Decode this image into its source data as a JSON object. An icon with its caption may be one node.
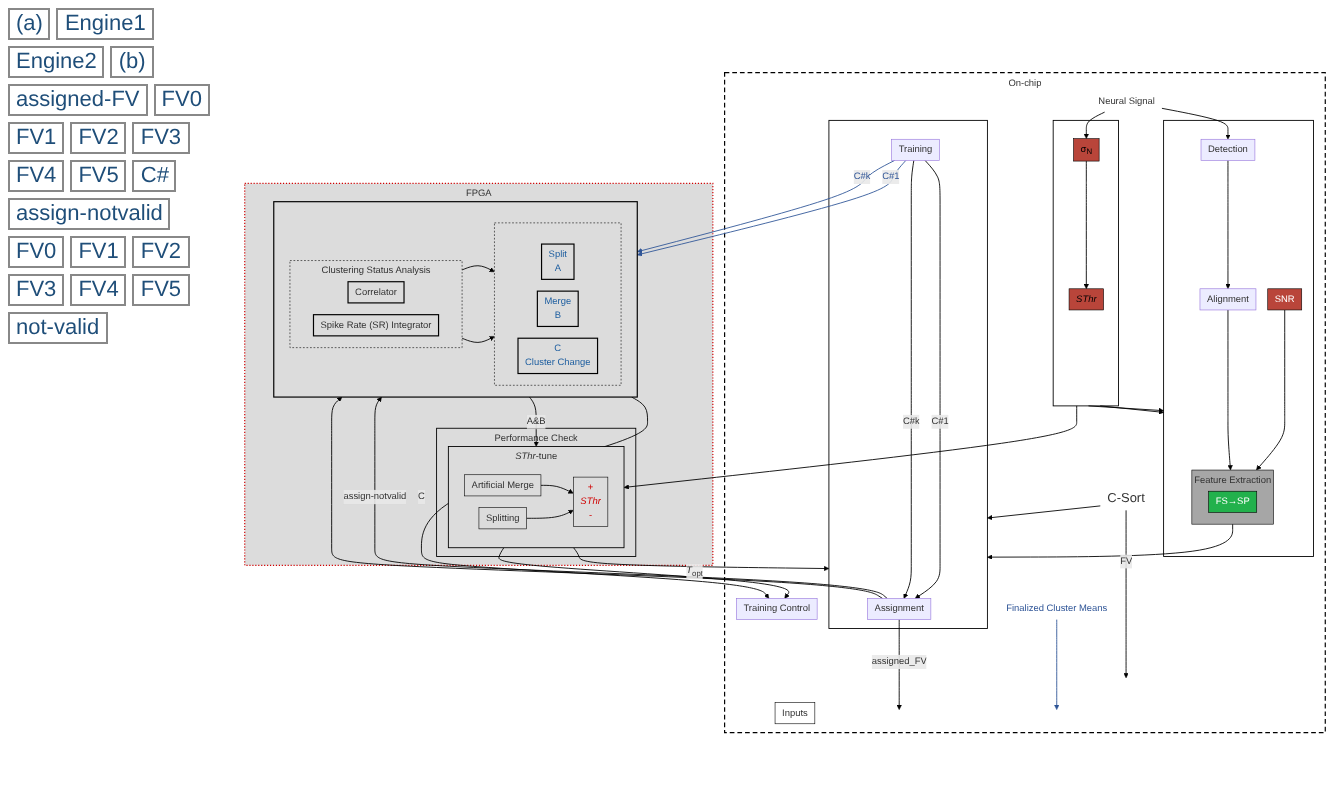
{
  "diagram": {
    "nodes": [
      {
        "text": [
          "On-chip"
        ]
      },
      {
        "text": [],
        "shape": "box",
        "in": 0
      },
      {
        "text": [
          "Detection"
        ],
        "in": 1
      },
      {
        "text": [
          "Alignment"
        ],
        "in": 1
      },
      {
        "text": [
          "Feature Extraction"
        ],
        "in": 1
      },
      {
        "text": [
          "FS→SP"
        ],
        "in": 4
      },
      {
        "text": [
          "SNR"
        ],
        "in": 1
      },
      {
        "text": [],
        "shape": "box",
        "in": 0
      },
      {
        "text": [
          "*SThr*"
        ],
        "in": 7
      },
      {
        "text": [
          "σ$_{N}$"
        ],
        "in": 7
      },
      {
        "text": [
          "Neural Signal"
        ],
        "in": 0
      },
      {
        "text": [],
        "shape": "box",
        "in": 0
      },
      {
        "text": [
          "Assignment"
        ],
        "in": 11
      },
      {
        "text": [
          "Training"
        ],
        "in": 11
      },
      {
        "text": [
          "C-Sort"
        ],
        "in": 0
      },
      {
        "text": [
          "Training Control"
        ],
        "in": 0
      },
      {
        "text": [
          "Inputs"
        ],
        "in": 0
      },
      {
        "text": [
          "FPGA"
        ]
      },
      {
        "text": [
          "Performance Check"
        ],
        "in": 17
      },
      {
        "text": [
          "*SThr*-tune"
        ],
        "in": 18
      },
      {
        "text": [
          "Artificial Merge"
        ],
        "in": 19
      },
      {
        "text": [
          "+",
          "*SThr*",
          "-"
        ],
        "in": 19
      },
      {
        "text": [
          "Splitting"
        ],
        "in": 19
      },
      {
        "text": [],
        "shape": "box",
        "in": 17
      },
      {
        "text": [
          "Clustering Status Analysis"
        ],
        "in": 23
      },
      {
        "text": [
          "Correlator"
        ],
        "in": 24
      },
      {
        "text": [
          "Spike Rate (SR) Integrator"
        ],
        "in": 24
      },
      {
        "text": [],
        "shape": "box",
        "in": 23
      },
      {
        "text": [
          "Split",
          "A"
        ],
        "in": 27
      },
      {
        "text": [
          "Merge",
          "B"
        ],
        "in": 27
      },
      {
        "text": [
          "C",
          "Cluster Change"
        ],
        "in": 27
      },
      {
        "text": [
          "Finalized Cluster Means"
        ],
        "in": 0
      }
    ],
    "edges": [
      {
        "from": 10,
        "to": 2,
        "arrow": "to"
      },
      {
        "from": 10,
        "to": 9,
        "arrow": "to"
      },
      {
        "from": 2,
        "to": 3,
        "arrow": "to"
      },
      {
        "from": 3,
        "to": 4,
        "arrow": "to"
      },
      {
        "from": 6,
        "to": 4,
        "arrow": "to"
      },
      {
        "from": 9,
        "to": 8,
        "arrow": "to"
      },
      {
        "from": 7,
        "to": 1,
        "arrow": "to"
      },
      {
        "from": 7,
        "to": 1,
        "arrow": "to"
      },
      {
        "from": 7,
        "to": 19,
        "arrow": "to"
      },
      {
        "from": 4,
        "to": 11,
        "arrow": "to",
        "label": "FV"
      },
      {
        "from": 14,
        "to": 11,
        "arrow": "to"
      },
      {
        "from": 14,
        "to": null,
        "arrow": "to"
      },
      {
        "from": 13,
        "to": 12,
        "arrow": "to",
        "label": "C#1"
      },
      {
        "from": 13,
        "to": 12,
        "arrow": "to",
        "label": "C#k"
      },
      {
        "from": 12,
        "to": null,
        "arrow": "to",
        "label": "assigned_FV"
      },
      {
        "from": 12,
        "to": 23,
        "arrow": "to",
        "label": "assign-notvalid"
      },
      {
        "from": 12,
        "to": 23,
        "arrow": "to"
      },
      {
        "from": 13,
        "to": 23,
        "arrow": "to",
        "color": "#2f5597",
        "label": "C#1"
      },
      {
        "from": 13,
        "to": 23,
        "arrow": "to",
        "color": "#2f5597",
        "label": "C#k"
      },
      {
        "from": 31,
        "to": null,
        "arrow": "to",
        "color": "#2f5597"
      },
      {
        "from": 19,
        "to": 11,
        "arrow": "to",
        "label": "*T*$_{opt}$"
      },
      {
        "from": 19,
        "to": 15,
        "arrow": "to"
      },
      {
        "from": 23,
        "to": 15,
        "arrow": "to",
        "label": "C"
      },
      {
        "from": 23,
        "to": 19,
        "arrow": "to",
        "label": "A&B"
      },
      {
        "from": 20,
        "to": 21,
        "arrow": "to"
      },
      {
        "from": 22,
        "to": 21,
        "arrow": "to"
      },
      {
        "from": 24,
        "to": 27,
        "arrow": "to"
      },
      {
        "from": 24,
        "to": 27,
        "arrow": "to"
      }
    ],
    "labels": [
      "(a)",
      "Engine1",
      "Engine2",
      "(b)",
      "assigned-FV",
      "FV0",
      "FV1",
      "FV2",
      "FV3",
      "FV4",
      "FV5",
      "C#",
      "assign-notvalid",
      "FV0",
      "FV1",
      "FV2",
      "FV3",
      "FV4",
      "FV5",
      "not-valid"
    ]
  }
}
